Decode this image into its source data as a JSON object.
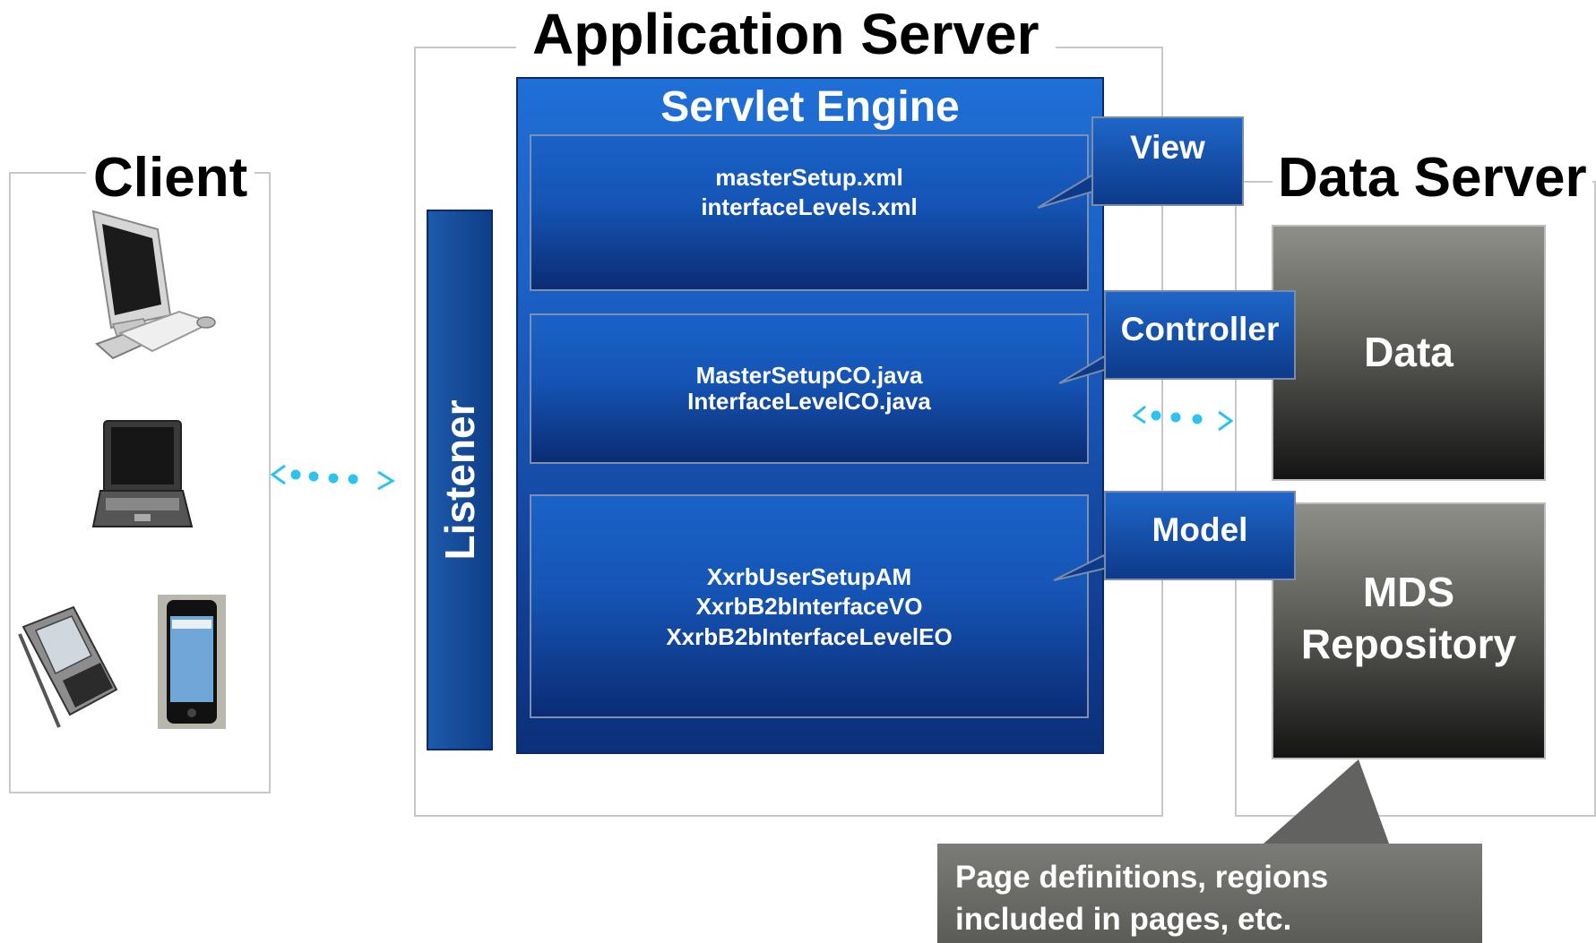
{
  "titles": {
    "client": "Client",
    "app_server": "Application Server",
    "data_server": "Data Server",
    "servlet_engine": "Servlet Engine",
    "listener": "Listener"
  },
  "engine_boxes": [
    {
      "lines": [
        "masterSetup.xml",
        "interfaceLevels.xml"
      ]
    },
    {
      "lines": [
        "MasterSetupCO.java",
        "InterfaceLevelCO.java"
      ]
    },
    {
      "lines": [
        "XxrbUserSetupAM",
        "XxrbB2bInterfaceVO",
        "XxrbB2bInterfaceLevelEO"
      ]
    }
  ],
  "mvc": {
    "view": "View",
    "controller": "Controller",
    "model": "Model"
  },
  "data_boxes": {
    "data": "Data",
    "mds_line1": "MDS",
    "mds_line2": "Repository"
  },
  "callout": {
    "line1": "Page definitions, regions",
    "line2": "included in pages, etc."
  },
  "colors": {
    "arrow": "#2cc3ef",
    "blue": "#1a5bbf",
    "gray": "#5d5d58"
  },
  "icons": [
    "desktop-computer-icon",
    "laptop-icon",
    "pda-phone-icon",
    "smartphone-icon"
  ]
}
